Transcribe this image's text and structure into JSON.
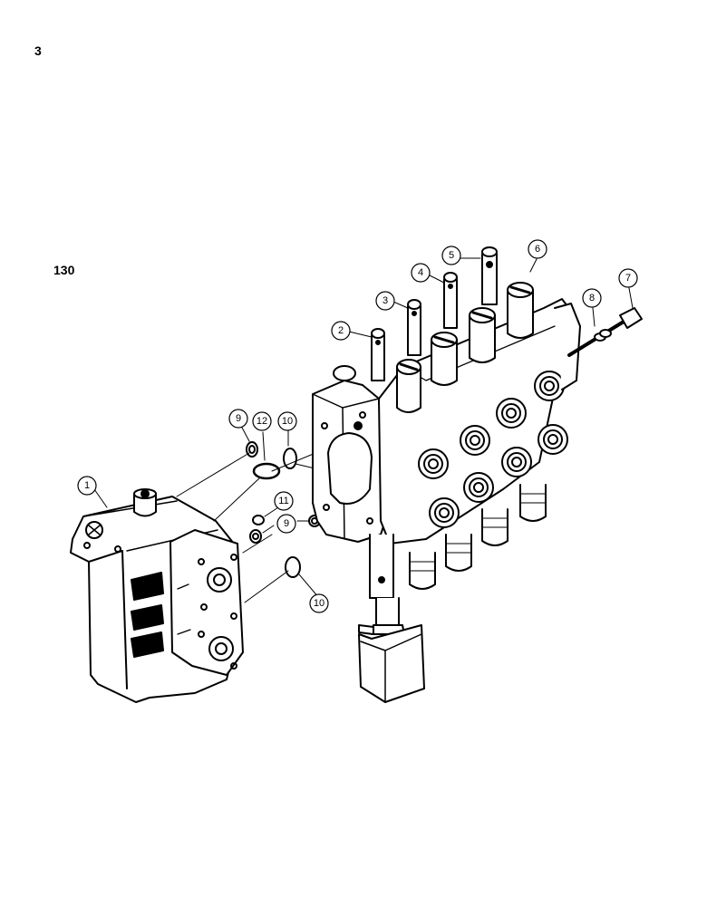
{
  "page_marker": "3",
  "figure_label": "130",
  "callouts": [
    "1",
    "2",
    "3",
    "4",
    "5",
    "6",
    "7",
    "8",
    "9",
    "10",
    "11",
    "12",
    "9",
    "10"
  ]
}
